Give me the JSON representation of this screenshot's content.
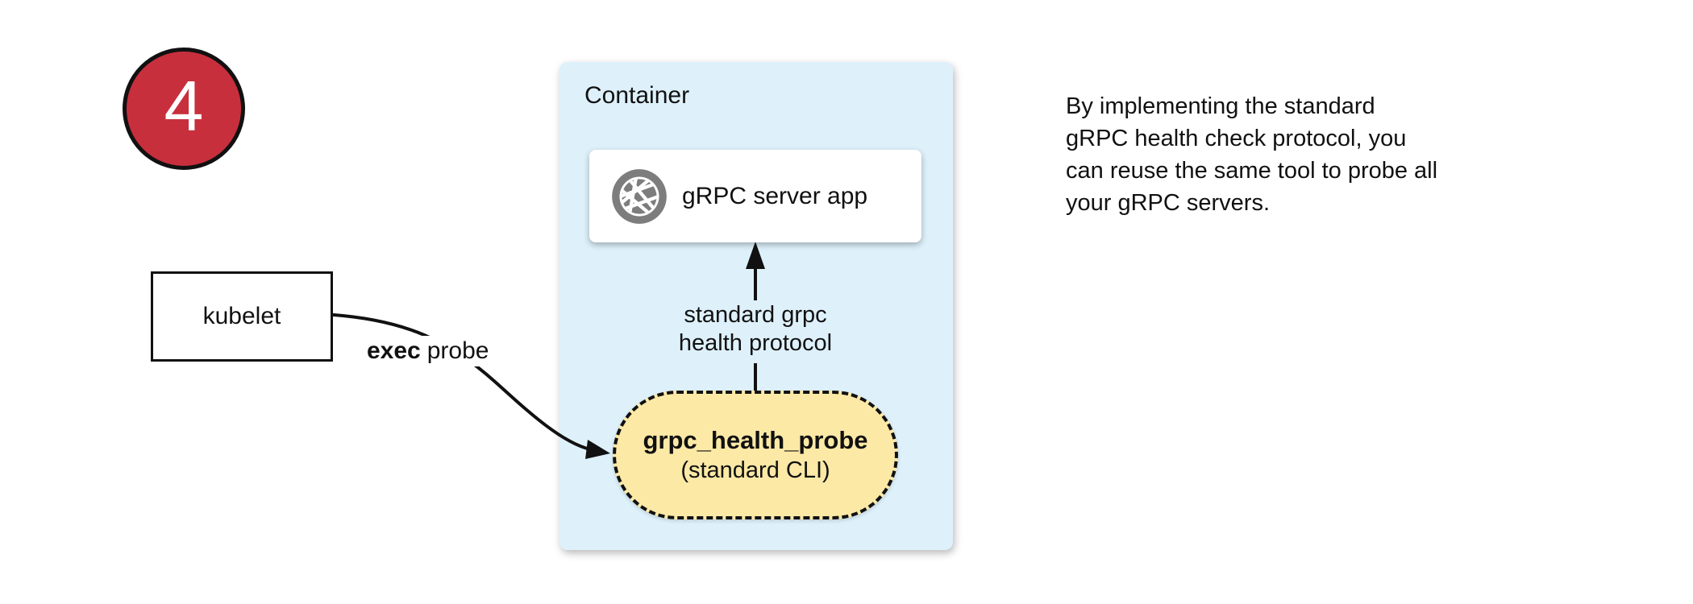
{
  "badge": {
    "number": "4",
    "color": "#C82F3D"
  },
  "kubelet": {
    "label": "kubelet"
  },
  "exec_probe": {
    "bold": "exec",
    "rest": "probe"
  },
  "container": {
    "title": "Container",
    "bg_color": "#DEF1FB"
  },
  "grpc_server": {
    "label": "gRPC server app",
    "icon": "aperture-icon",
    "icon_color": "#7D7D7D"
  },
  "health_protocol": {
    "label": "standard grpc\nhealth protocol"
  },
  "probe_pill": {
    "title": "grpc_health_probe",
    "subtitle": "(standard CLI)",
    "bg_color": "#FCE9A6"
  },
  "note": {
    "text": "By implementing the standard\ngRPC health check protocol, you\ncan reuse the same tool to probe all\nyour gRPC servers."
  },
  "arrows": {
    "color": "#111111"
  }
}
